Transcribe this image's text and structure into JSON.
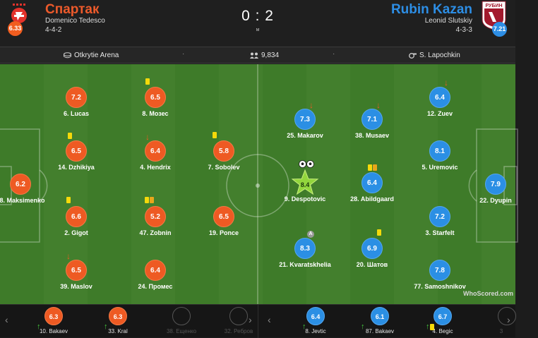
{
  "home": {
    "name": "Спартак",
    "manager": "Domenico Tedesco",
    "formation": "4-4-2",
    "rating": "6.33",
    "color": "#ee5a23"
  },
  "away": {
    "name": "Rubin Kazan",
    "manager": "Leonid Slutskiy",
    "formation": "4-3-3",
    "rating": "7.21",
    "color": "#2b8fe4"
  },
  "score": "0 : 2",
  "score_sub": "м",
  "info": {
    "stadium": "Otkrytie Arena",
    "attendance": "9,834",
    "referee": "S. Lapochkin",
    "separator": "·"
  },
  "home_players": [
    {
      "label": "98. Maksimenko",
      "rating": "6.2"
    },
    {
      "label": "14. Dzhikiya",
      "rating": "6.5"
    },
    {
      "label": "2. Gigot",
      "rating": "6.6"
    },
    {
      "label": "39. Maslov",
      "rating": "6.5"
    },
    {
      "label": "6. Lucas",
      "rating": "7.2"
    },
    {
      "label": "4. Hendrix",
      "rating": "6.4"
    },
    {
      "label": "47. Zobnin",
      "rating": "5.2"
    },
    {
      "label": "8. Мозес",
      "rating": "6.5"
    },
    {
      "label": "24. Промес",
      "rating": "6.4"
    },
    {
      "label": "7. Sobolev",
      "rating": "5.8"
    },
    {
      "label": "19. Ponce",
      "rating": "6.5"
    }
  ],
  "away_players": [
    {
      "label": "22. Dyupin",
      "rating": "7.9"
    },
    {
      "label": "12. Zuev",
      "rating": "6.4"
    },
    {
      "label": "5. Uremovic",
      "rating": "8.1"
    },
    {
      "label": "3. Starfelt",
      "rating": "7.2"
    },
    {
      "label": "77. Samoshnikov",
      "rating": "7.8"
    },
    {
      "label": "38. Musaev",
      "rating": "7.1"
    },
    {
      "label": "28. Abildgaard",
      "rating": "6.4"
    },
    {
      "label": "20. Шатов",
      "rating": "6.9"
    },
    {
      "label": "25. Makarov",
      "rating": "7.3"
    },
    {
      "label": "9. Despotovic",
      "rating": "8.4"
    },
    {
      "label": "21. Kvaratskhelia",
      "rating": "8.3"
    }
  ],
  "assist_marker": "A",
  "home_bench": [
    {
      "label": "10. Bakaev",
      "rating": "6.3"
    },
    {
      "label": "33. Kral",
      "rating": "6.3"
    },
    {
      "label": "38. Ещенко",
      "rating": ""
    },
    {
      "label": "32. Ребров",
      "rating": ""
    }
  ],
  "away_bench": [
    {
      "label": "8. Jevtic",
      "rating": "6.4"
    },
    {
      "label": "87. Bakaev",
      "rating": "6.1"
    },
    {
      "label": "4. Begic",
      "rating": "6.7"
    },
    {
      "label": "3",
      "rating": ""
    }
  ],
  "bench_nav": {
    "prev": "‹",
    "next": "›"
  },
  "watermark": "WhoScored.com",
  "home_logo_text": "",
  "away_logo_text": "РУБИН"
}
